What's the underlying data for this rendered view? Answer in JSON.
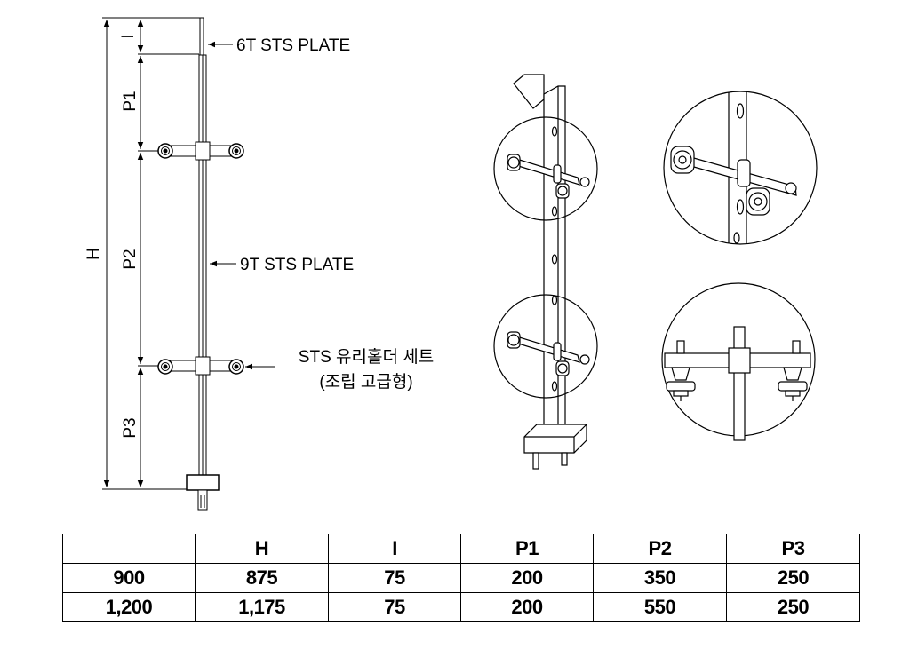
{
  "labels": {
    "top_plate": "6T STS PLATE",
    "main_plate": "9T STS PLATE",
    "holder_line1": "STS 유리홀더 세트",
    "holder_line2": "(조립 고급형)"
  },
  "dimensions": {
    "H": "H",
    "I": "I",
    "P1": "P1",
    "P2": "P2",
    "P3": "P3"
  },
  "table": {
    "headers": [
      "",
      "H",
      "I",
      "P1",
      "P2",
      "P3"
    ],
    "rows": [
      [
        "900",
        "875",
        "75",
        "200",
        "350",
        "250"
      ],
      [
        "1,200",
        "1,175",
        "75",
        "200",
        "550",
        "250"
      ]
    ]
  }
}
